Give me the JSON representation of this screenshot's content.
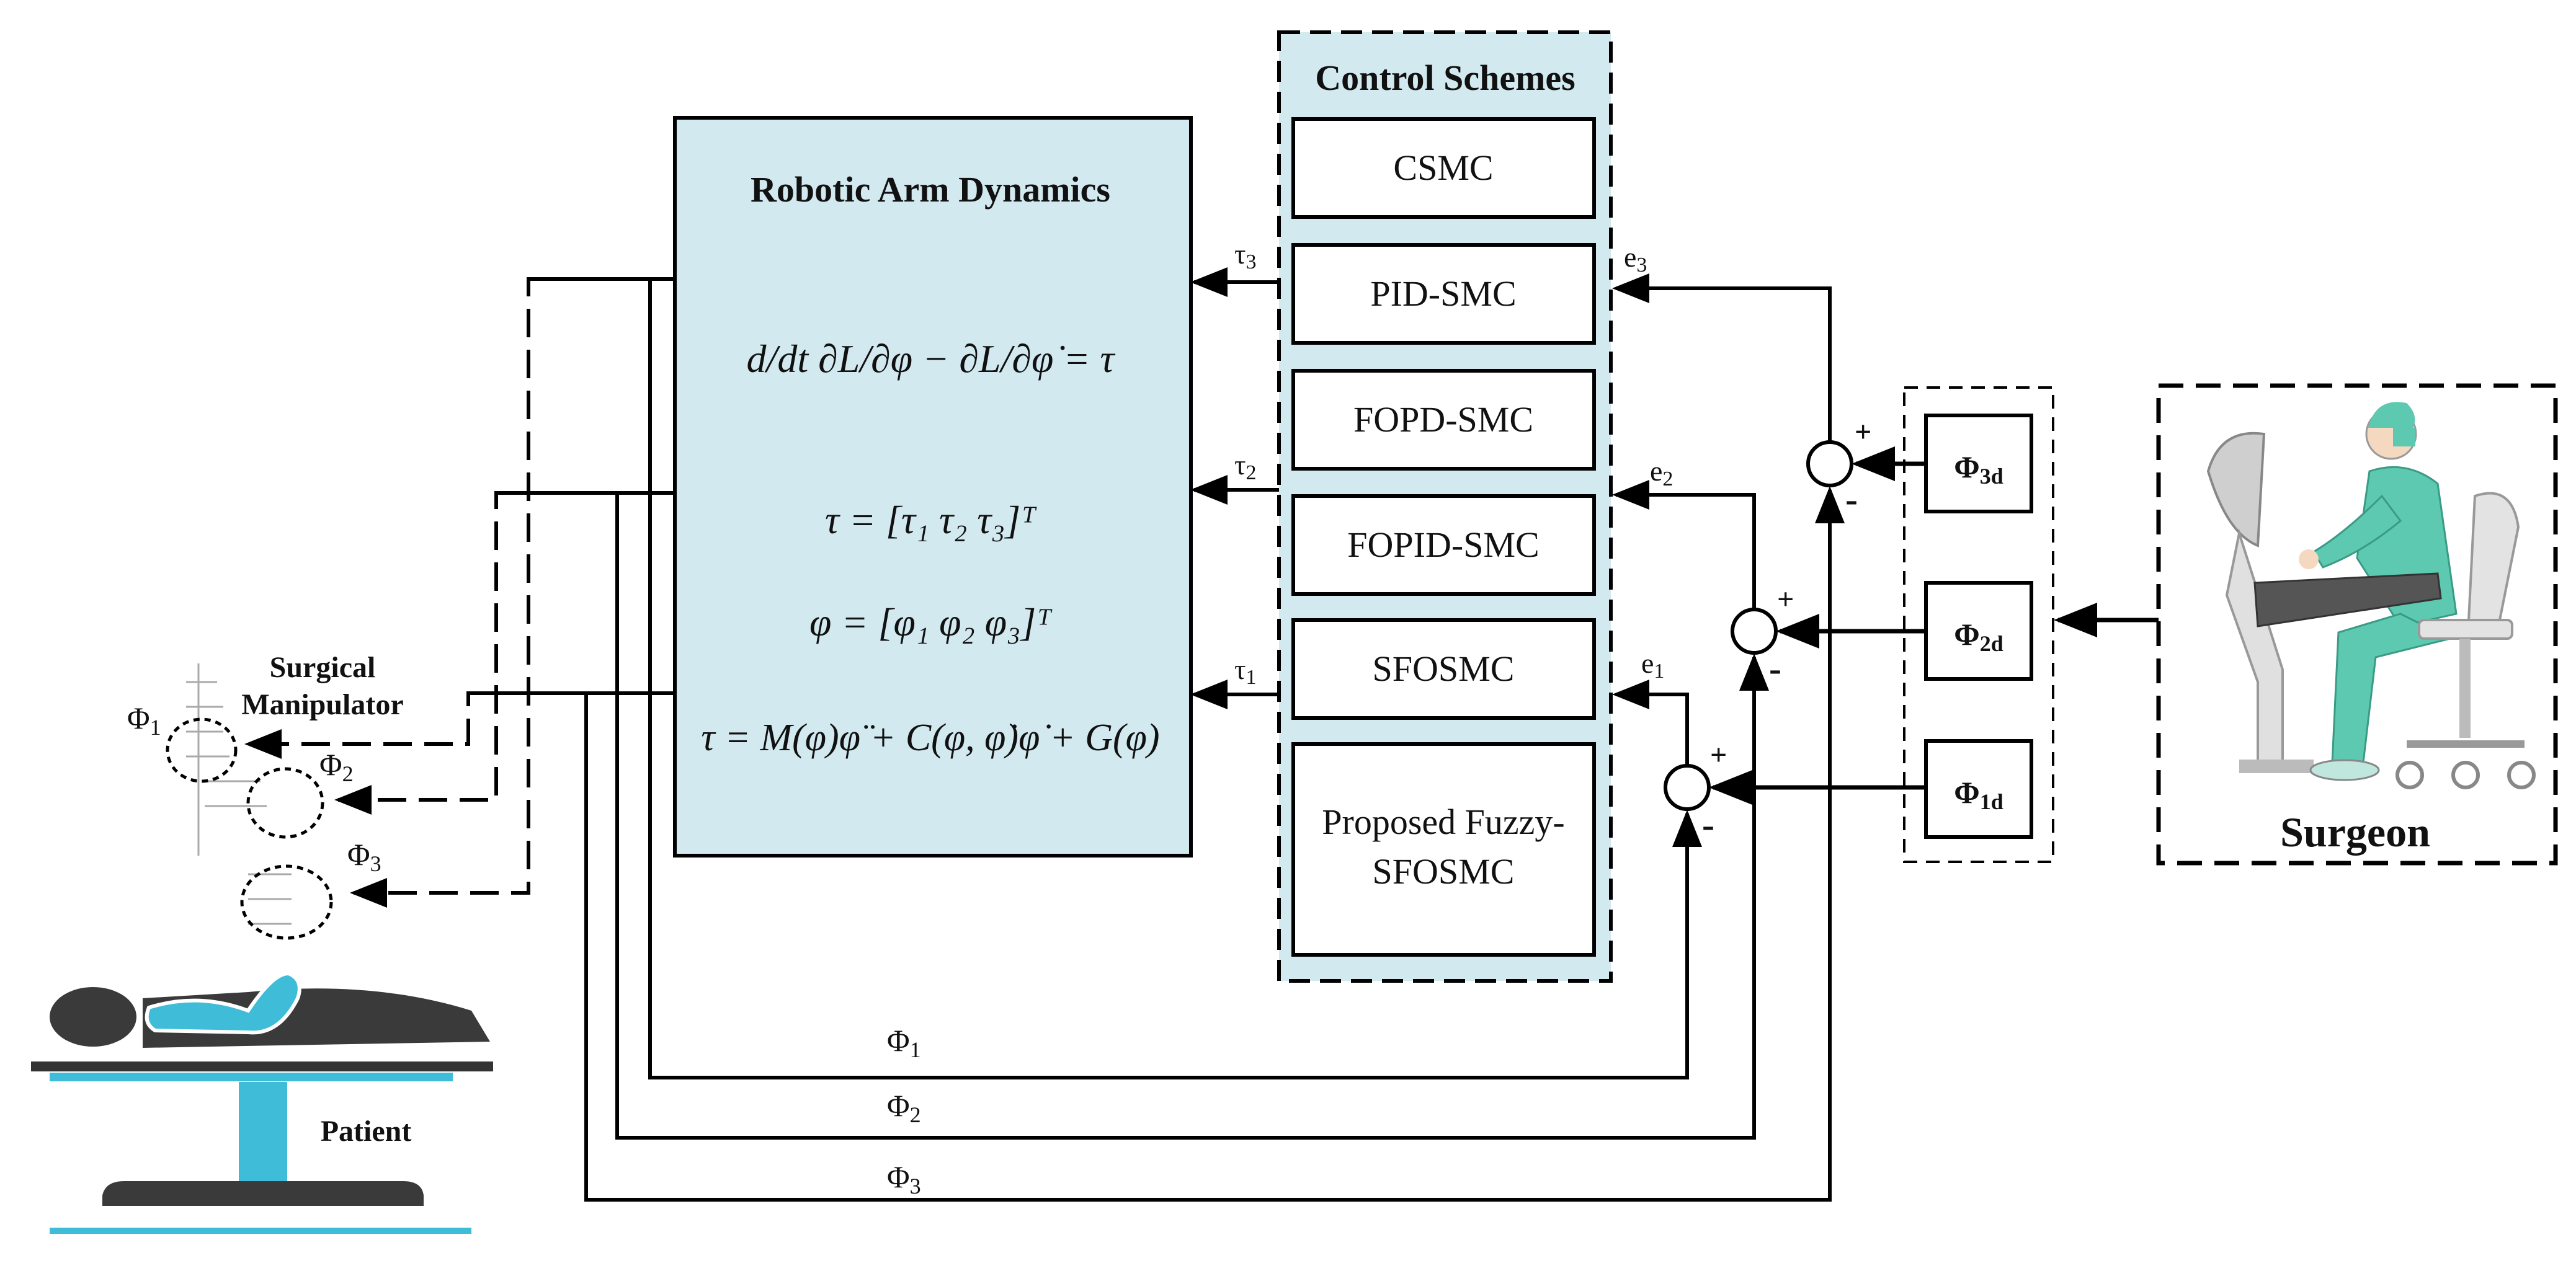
{
  "control_schemes": {
    "title": "Control Schemes",
    "items": [
      "CSMC",
      "PID-SMC",
      "FOPD-SMC",
      "FOPID-SMC",
      "SFOSMC"
    ],
    "proposed": [
      "Proposed Fuzzy-",
      "SFOSMC"
    ]
  },
  "dynamics": {
    "title": "Robotic Arm Dynamics",
    "eq_lagrange": "d/dt ∂L/∂φ − ∂L/∂φ̇ = τ",
    "eq_tau": "τ = [τ₁ τ₂ τ₃]ᵀ",
    "eq_phi": "φ = [φ₁ φ₂ φ₃]ᵀ",
    "eq_model": "τ = M(φ)φ̈ + C(φ, φ̇)φ̇ + G(φ)"
  },
  "torque_labels": [
    "τ",
    "τ",
    "τ"
  ],
  "torque_subs": [
    "3",
    "2",
    "1"
  ],
  "error_labels": [
    "e",
    "e",
    "e"
  ],
  "error_subs": [
    "3",
    "2",
    "1"
  ],
  "reference_labels": [
    "Φ",
    "Φ",
    "Φ"
  ],
  "reference_subs": [
    "3d",
    "2d",
    "1d"
  ],
  "feedback_labels": [
    "Φ",
    "Φ",
    "Φ"
  ],
  "feedback_subs": [
    "1",
    "2",
    "3"
  ],
  "joint_labels": [
    "Φ",
    "Φ",
    "Φ"
  ],
  "joint_subs": [
    "1",
    "2",
    "3"
  ],
  "summing_signs": {
    "plus": "+",
    "minus": "-"
  },
  "surgeon": {
    "label": "Surgeon"
  },
  "patient": {
    "label": "Patient"
  },
  "manipulator": {
    "label_line1": "Surgical",
    "label_line2": "Manipulator"
  },
  "colors": {
    "dynamics_fill": "#d2e9ef",
    "schemes_fill": "#d2e9ef",
    "scrub_green": "#5cc9b0",
    "patient_blue": "#3fbcd8",
    "dark_gray": "#3a3a3a",
    "chair_gray": "#cfcfcf"
  }
}
